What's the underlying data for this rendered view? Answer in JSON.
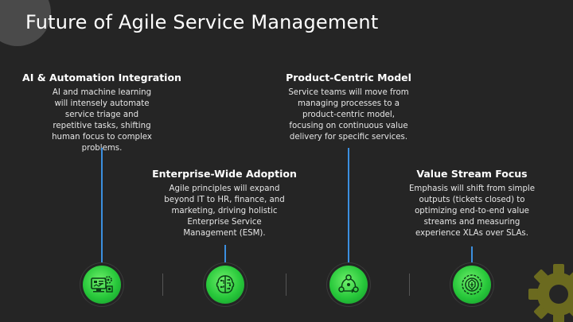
{
  "title": "Future of Agile Service Management",
  "items": [
    {
      "heading": "AI & Automation Integration",
      "body": "AI and machine learning will intensely automate service triage and repetitive tasks, shifting human focus to complex problems.",
      "icon": "ai-automation-icon"
    },
    {
      "heading": "Enterprise-Wide Adoption",
      "body": "Agile principles will expand beyond IT to HR, finance, and marketing, driving holistic Enterprise Service Management (ESM).",
      "icon": "circuit-brain-icon"
    },
    {
      "heading": "Product-Centric Model",
      "body": "Service teams will move from managing processes to a product-centric model, focusing on continuous value delivery for specific services.",
      "icon": "workflow-cycle-icon"
    },
    {
      "heading": "Value Stream Focus",
      "body": "Emphasis will shift from simple outputs (tickets closed) to optimizing end-to-end value streams and measuring experience XLAs over SLAs.",
      "icon": "value-target-icon"
    }
  ],
  "colors": {
    "background": "#252525",
    "accent_line": "#3b8fe0",
    "node_green": "#27c73a",
    "gear": "#6b6a1f"
  }
}
